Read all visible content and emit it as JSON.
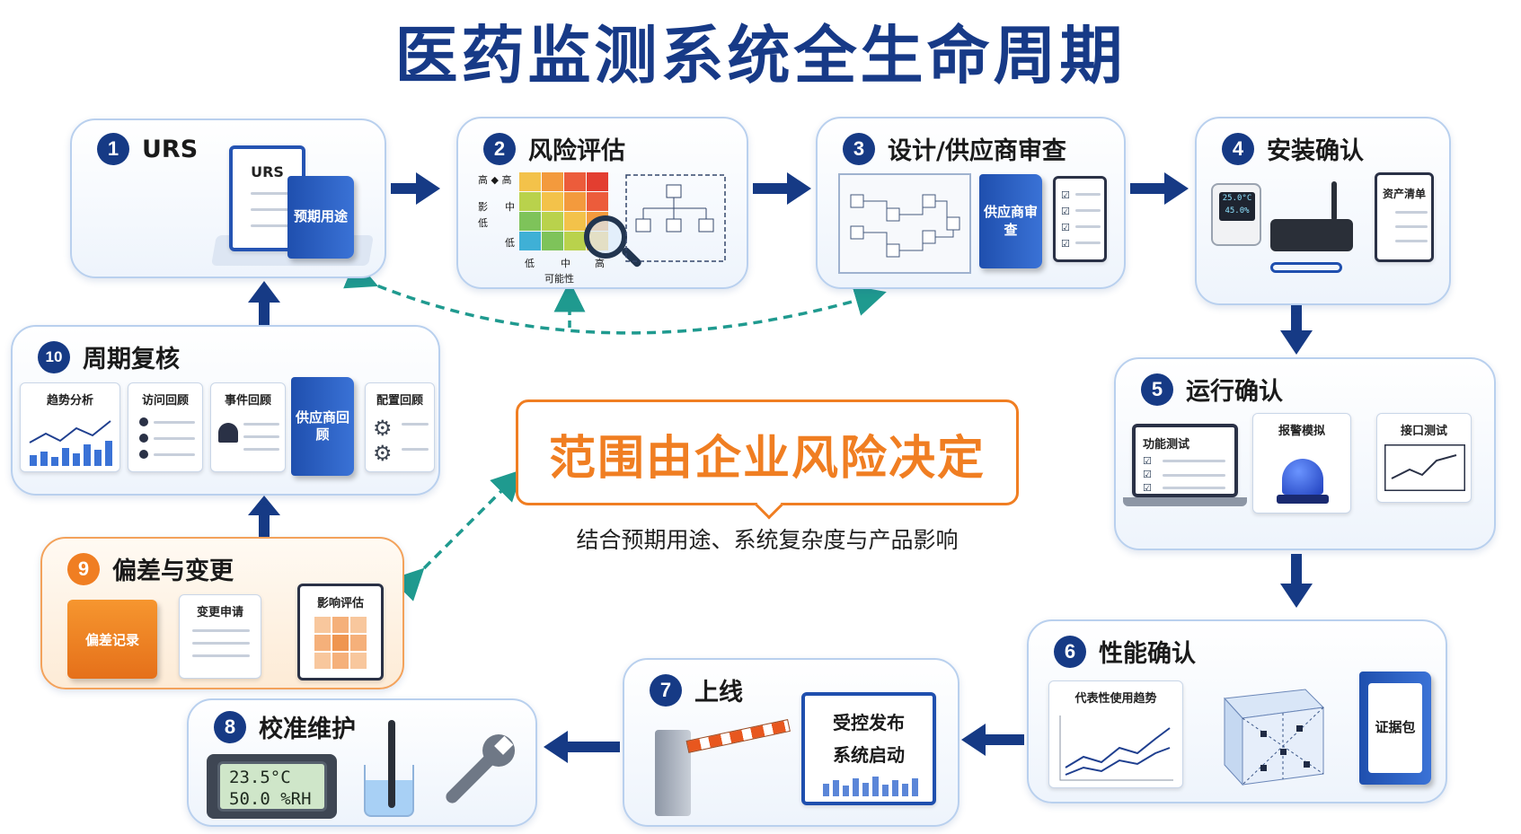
{
  "title": "医药监测系统全生命周期",
  "colors": {
    "navy": "#163a85",
    "orange": "#f07e22",
    "teal": "#1f9a8f",
    "card_border": "#b9d0ee"
  },
  "steps": [
    {
      "num": "1",
      "label": "URS",
      "items": {
        "clipboard": "URS",
        "book": "预期用途"
      }
    },
    {
      "num": "2",
      "label": "风险评估",
      "items": {
        "axis_high_high": "高 ◆ 高",
        "y_label_a": "影",
        "y_label_b": "低",
        "y_mid": "中",
        "y_low": "低",
        "x_low": "低",
        "x_mid": "中",
        "x_high": "高",
        "x_title": "可能性"
      }
    },
    {
      "num": "3",
      "label": "设计/供应商审查",
      "items": {
        "book": "供应商审查"
      }
    },
    {
      "num": "4",
      "label": "安装确认",
      "items": {
        "sensor_a": "25.0°C",
        "sensor_b": "45.0%",
        "clipboard": "资产清单"
      }
    },
    {
      "num": "5",
      "label": "运行确认",
      "items": {
        "laptop": "功能测试",
        "alarm": "报警模拟",
        "monitor": "接口测试"
      }
    },
    {
      "num": "6",
      "label": "性能确认",
      "items": {
        "chart": "代表性使用趋势",
        "book": "证据包"
      }
    },
    {
      "num": "7",
      "label": "上线",
      "items": {
        "line1": "受控发布",
        "line2": "系统启动"
      }
    },
    {
      "num": "8",
      "label": "校准维护",
      "items": {
        "temp": "23.5°C",
        "rh": "50.0 %RH"
      }
    },
    {
      "num": "9",
      "label": "偏差与变更",
      "items": {
        "folder": "偏差记录",
        "form": "变更申请",
        "clipboard": "影响评估"
      }
    },
    {
      "num": "10",
      "label": "周期复核",
      "items": {
        "a": "趋势分析",
        "b": "访问回顾",
        "c": "事件回顾",
        "d": "供应商回顾",
        "e": "配置回顾"
      }
    }
  ],
  "center": {
    "main": "范围由企业风险决定",
    "sub": "结合预期用途、系统复杂度与产品影响"
  }
}
